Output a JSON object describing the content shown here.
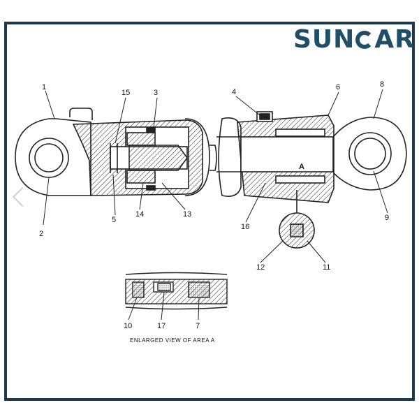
{
  "logo": {
    "part1": "SUN",
    "part2": "AR"
  },
  "callouts": {
    "c1": "1",
    "c2": "2",
    "c3": "3",
    "c4": "4",
    "c5": "5",
    "c6": "6",
    "c7": "7",
    "c8": "8",
    "c9": "9",
    "c10": "10",
    "c11": "11",
    "c12": "12",
    "c13": "13",
    "c14": "14",
    "c15": "15",
    "c16": "16",
    "c17": "17",
    "area": "A"
  },
  "caption": "ENLARGED VIEW OF AREA A",
  "colors": {
    "frame": "#1e3a4a",
    "brand": "#1f4e66",
    "ink": "#222222"
  },
  "icons": {
    "nav": "chevron-left-icon"
  }
}
